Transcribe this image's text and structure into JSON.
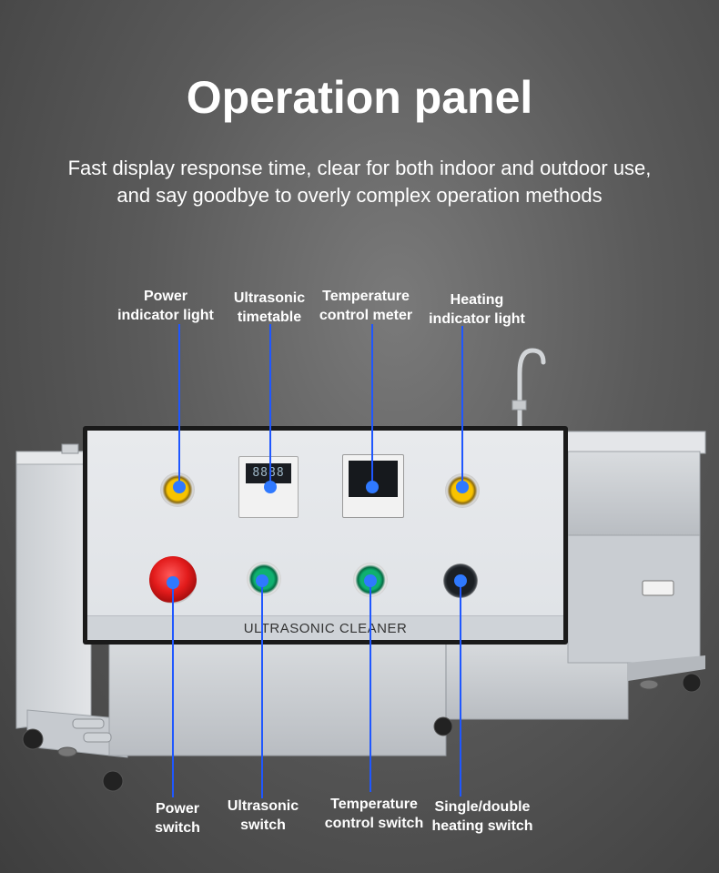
{
  "header": {
    "title": "Operation panel",
    "subtitle_line1": "Fast display response time, clear for both indoor and outdoor use,",
    "subtitle_line2": "and say goodbye to overly complex operation methods"
  },
  "callouts_top": [
    {
      "line1": "Power",
      "line2": "indicator light"
    },
    {
      "line1": "Ultrasonic",
      "line2": "timetable"
    },
    {
      "line1": "Temperature",
      "line2": "control meter"
    },
    {
      "line1": "Heating",
      "line2": "indicator light"
    }
  ],
  "callouts_bottom": [
    {
      "line1": "Power",
      "line2": "switch"
    },
    {
      "line1": "Ultrasonic",
      "line2": "switch"
    },
    {
      "line1": "Temperature",
      "line2": "control switch"
    },
    {
      "line1": "Single/double",
      "line2": "heating switch"
    }
  ],
  "panel": {
    "label": "ULTRASONIC CLEANER",
    "timer_display": "8888"
  },
  "colors": {
    "callout_line": "#1f57ff",
    "callout_dot": "#2f79ff",
    "indicator_lamp": "#f8c300",
    "emergency_button": "#e21b1b",
    "switch_button": "#0fb070"
  }
}
